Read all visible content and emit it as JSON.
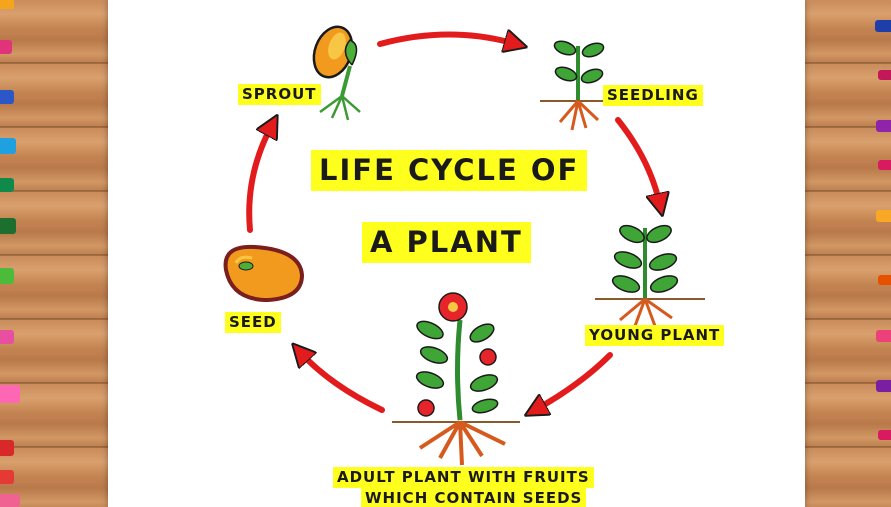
{
  "title": {
    "line1": "LIFE CYCLE OF",
    "line2": "A PLANT"
  },
  "stages": {
    "sprout": "SPROUT",
    "seedling": "SEEDLING",
    "young_plant": "YOUNG PLANT",
    "adult_line1": "ADULT PLANT WITH FRUITS",
    "adult_line2": "WHICH CONTAIN SEEDS",
    "seed": "SEED"
  },
  "colors": {
    "label_bg": "#ffff1e",
    "arrow": "#e21c1c",
    "leaf": "#3fa536",
    "root": "#d65a1e",
    "flower": "#e8242b",
    "seed": "#f19a1e"
  }
}
